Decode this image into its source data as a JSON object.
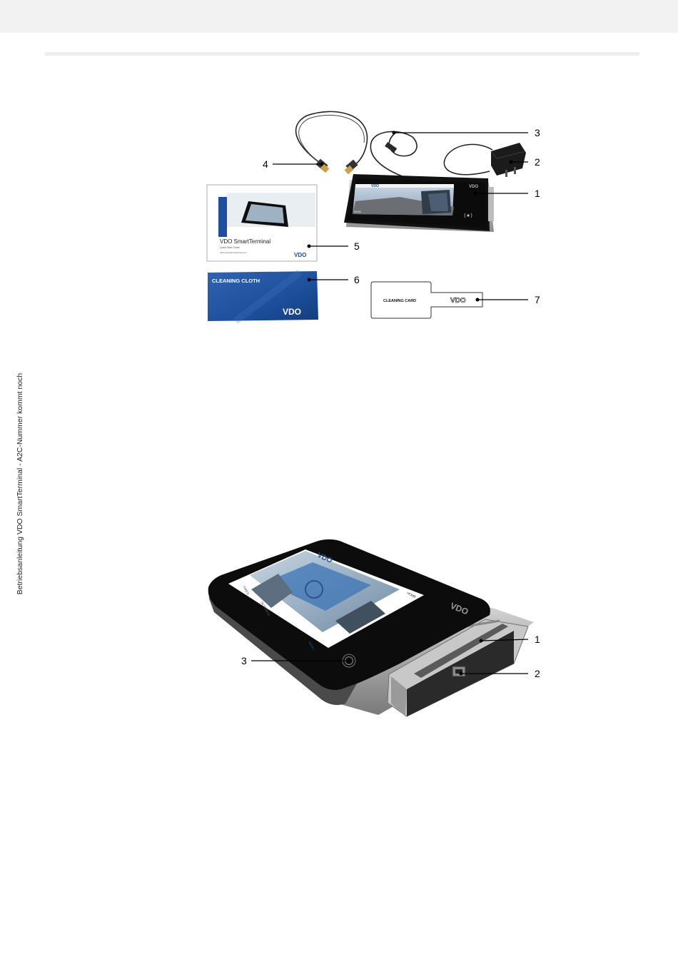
{
  "sidebar": {
    "text": "Betriebsanleitung VDO SmartTerminal - A2C-Nummer kommt noch"
  },
  "figure1": {
    "callouts": [
      "1",
      "2",
      "3",
      "4",
      "5",
      "6",
      "7"
    ],
    "terminal_screen": {
      "brand": "VDO",
      "time": "09:51",
      "date": "09.05.2019"
    },
    "guide": {
      "title": "VDO SmartTerminal",
      "subtitle": "Quick Start Guide",
      "url": "www.smartterminal.vdo.com",
      "brand": "VDO"
    },
    "cloth": {
      "label": "CLEANING CLOTH",
      "brand": "VDO"
    },
    "card": {
      "label": "CLEANING CARD",
      "brand": "VDO"
    }
  },
  "figure2": {
    "callouts": [
      "1",
      "2",
      "3"
    ],
    "screen_brand": "VDO",
    "bezel_brand": "VDO",
    "menu": [
      "HOME",
      "TIMES",
      "SETTINGS",
      "MENU"
    ]
  },
  "colors": {
    "cloth_blue": "#1d4f9c",
    "vdo_blue": "#1b4f8f",
    "device_black": "#0c0c0c"
  }
}
